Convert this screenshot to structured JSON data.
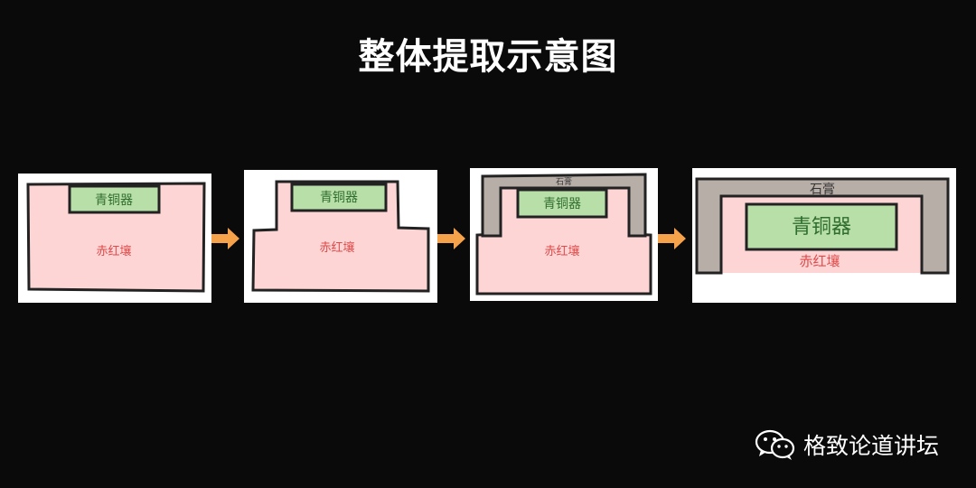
{
  "title": "整体提取示意图",
  "labels": {
    "bronze": "青铜器",
    "red_soil": "赤红壤",
    "plaster": "石膏"
  },
  "steps": [
    {
      "bronze": "青铜器",
      "soil": "赤红壤"
    },
    {
      "bronze": "青铜器",
      "soil": "赤红壤"
    },
    {
      "bronze": "青铜器",
      "soil": "赤红壤",
      "plaster": "石膏"
    },
    {
      "bronze": "青铜器",
      "soil": "赤红壤",
      "plaster": "石膏"
    }
  ],
  "watermark": {
    "text": "格致论道讲坛",
    "icon": "wechat-icon"
  },
  "colors": {
    "background": "#0a0a0a",
    "soil_fill": "#fdd5d5",
    "bronze_fill": "#b9dfa8",
    "plaster_fill": "#b8aea8",
    "soil_text": "#e04a4a",
    "bronze_text": "#2f6d2f",
    "arrow": "#f5a24a"
  }
}
